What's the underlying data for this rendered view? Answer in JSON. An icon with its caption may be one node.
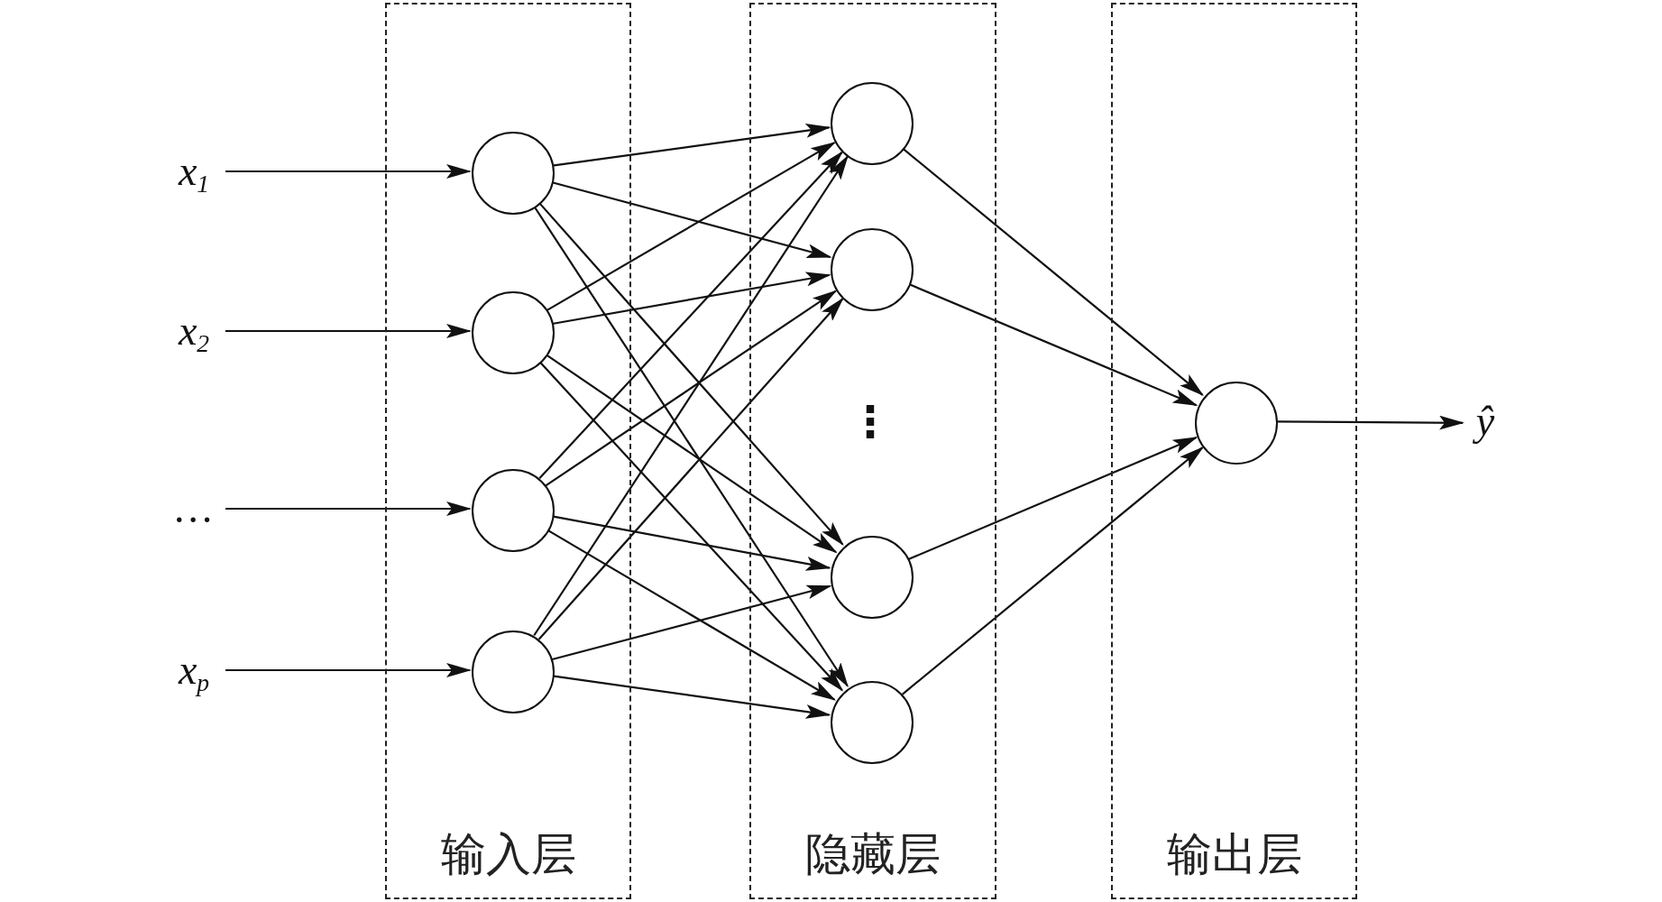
{
  "diagram": {
    "nodes": [
      {
        "text": [
          "输入层"
        ]
      },
      {
        "text": [],
        "shape": "circle",
        "in": 0
      },
      {
        "text": [],
        "shape": "circle",
        "in": 0
      },
      {
        "text": [],
        "shape": "circle",
        "in": 0
      },
      {
        "text": [],
        "shape": "circle",
        "in": 0
      },
      {
        "text": [
          "隐藏层"
        ]
      },
      {
        "text": [],
        "shape": "circle",
        "in": 5
      },
      {
        "text": [],
        "shape": "circle",
        "in": 5
      },
      {
        "text": [],
        "shape": "circle",
        "in": 5
      },
      {
        "text": [],
        "shape": "circle",
        "in": 5
      },
      {
        "text": [
          "输出层"
        ]
      },
      {
        "text": [],
        "shape": "circle",
        "in": 10
      },
      {
        "text": [
          "x$_{1}$"
        ]
      },
      {
        "text": [
          "x$_{2}$"
        ]
      },
      {
        "text": [
          "…"
        ]
      },
      {
        "text": [
          "x$_{p}$"
        ]
      },
      {
        "text": [
          "ŷ"
        ]
      }
    ],
    "edges": [
      {
        "from": 12,
        "to": 1,
        "arrow": "to"
      },
      {
        "from": 13,
        "to": 2,
        "arrow": "to"
      },
      {
        "from": 14,
        "to": 3,
        "arrow": "to"
      },
      {
        "from": 15,
        "to": 4,
        "arrow": "to"
      },
      {
        "from": 1,
        "to": 6,
        "arrow": "to"
      },
      {
        "from": 1,
        "to": 7,
        "arrow": "to"
      },
      {
        "from": 1,
        "to": 8,
        "arrow": "to"
      },
      {
        "from": 1,
        "to": 9,
        "arrow": "to"
      },
      {
        "from": 2,
        "to": 6,
        "arrow": "to"
      },
      {
        "from": 2,
        "to": 7,
        "arrow": "to"
      },
      {
        "from": 2,
        "to": 8,
        "arrow": "to"
      },
      {
        "from": 2,
        "to": 9,
        "arrow": "to"
      },
      {
        "from": 3,
        "to": 6,
        "arrow": "to"
      },
      {
        "from": 3,
        "to": 7,
        "arrow": "to"
      },
      {
        "from": 3,
        "to": 8,
        "arrow": "to"
      },
      {
        "from": 3,
        "to": 9,
        "arrow": "to"
      },
      {
        "from": 4,
        "to": 6,
        "arrow": "to"
      },
      {
        "from": 4,
        "to": 7,
        "arrow": "to"
      },
      {
        "from": 4,
        "to": 8,
        "arrow": "to"
      },
      {
        "from": 4,
        "to": 9,
        "arrow": "to"
      },
      {
        "from": 6,
        "to": 11,
        "arrow": "to"
      },
      {
        "from": 7,
        "to": 11,
        "arrow": "to"
      },
      {
        "from": 8,
        "to": 11,
        "arrow": "to"
      },
      {
        "from": 9,
        "to": 11,
        "arrow": "to"
      },
      {
        "from": 11,
        "to": 16,
        "arrow": "to"
      }
    ],
    "labels": [
      "⋮"
    ]
  }
}
